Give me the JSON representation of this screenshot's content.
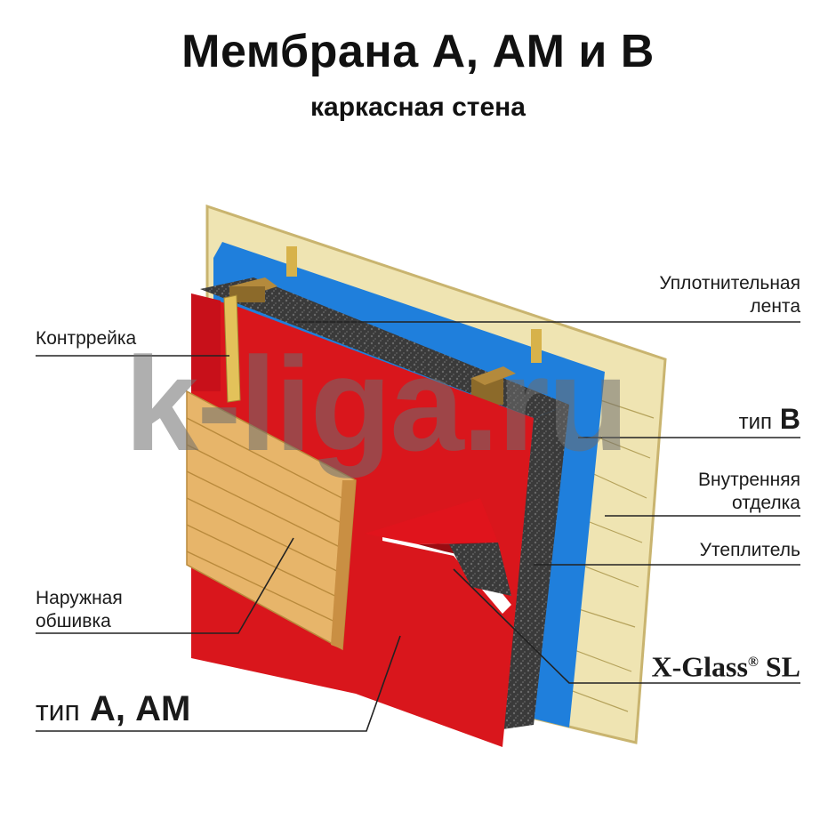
{
  "title": "Мембрана А, АМ и В",
  "subtitle": "каркасная стена",
  "watermark": "k-liga.ru",
  "labels": {
    "upl_line1": "Уплотнительная",
    "upl_line2": "лента",
    "kontr": "Контррейка",
    "tip_b_prefix": "тип",
    "tip_b_letter": "В",
    "vnutr_line1": "Внутренняя",
    "vnutr_line2": "отделка",
    "uteplitel": "Утеплитель",
    "xglass_name": "X-Glass",
    "xglass_reg": "®",
    "xglass_suffix": "SL",
    "nar_line1": "Наружная",
    "nar_line2": "обшивка",
    "tip_a_prefix": "тип",
    "tip_a_letters": "А, АМ"
  },
  "colors": {
    "red_membrane": "#d9161c",
    "blue_membrane": "#1f7fdc",
    "inner_finish": "#efe4b2",
    "insulation": "#3c3c3c",
    "wood": "#e7b56a",
    "timber": "#b48a3c"
  }
}
